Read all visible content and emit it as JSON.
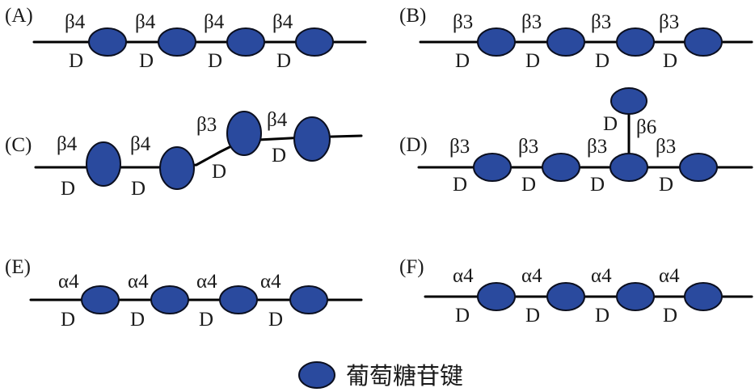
{
  "colors": {
    "glucose_fill": "#2a4a9e",
    "glucose_stroke": "#0b0f1f",
    "line": "#000000"
  },
  "panels": [
    {
      "id": "A",
      "label": "(A)",
      "bonds": [
        "β4",
        "β4",
        "β4",
        "β4"
      ],
      "d": [
        "D",
        "D",
        "D",
        "D"
      ]
    },
    {
      "id": "B",
      "label": "(B)",
      "bonds": [
        "β3",
        "β3",
        "β3",
        "β3"
      ],
      "d": [
        "D",
        "D",
        "D",
        "D"
      ]
    },
    {
      "id": "C",
      "label": "(C)",
      "bonds": [
        "β4",
        "β4",
        "β3",
        "β4"
      ],
      "d": [
        "D",
        "D",
        "D",
        "D"
      ]
    },
    {
      "id": "D",
      "label": "(D)",
      "bonds": [
        "β3",
        "β3",
        "β3",
        "β3"
      ],
      "d": [
        "D",
        "D",
        "D",
        "D"
      ],
      "branch_bond": "β6",
      "branch_d": "D"
    },
    {
      "id": "E",
      "label": "(E)",
      "bonds": [
        "α4",
        "α4",
        "α4",
        "α4"
      ],
      "d": [
        "D",
        "D",
        "D",
        "D"
      ]
    },
    {
      "id": "F",
      "label": "(F)",
      "bonds": [
        "α4",
        "α4",
        "α4",
        "α4"
      ],
      "d": [
        "D",
        "D",
        "D",
        "D"
      ]
    }
  ],
  "legend": {
    "icon": "glucose-oval",
    "text": "葡萄糖苷键"
  }
}
